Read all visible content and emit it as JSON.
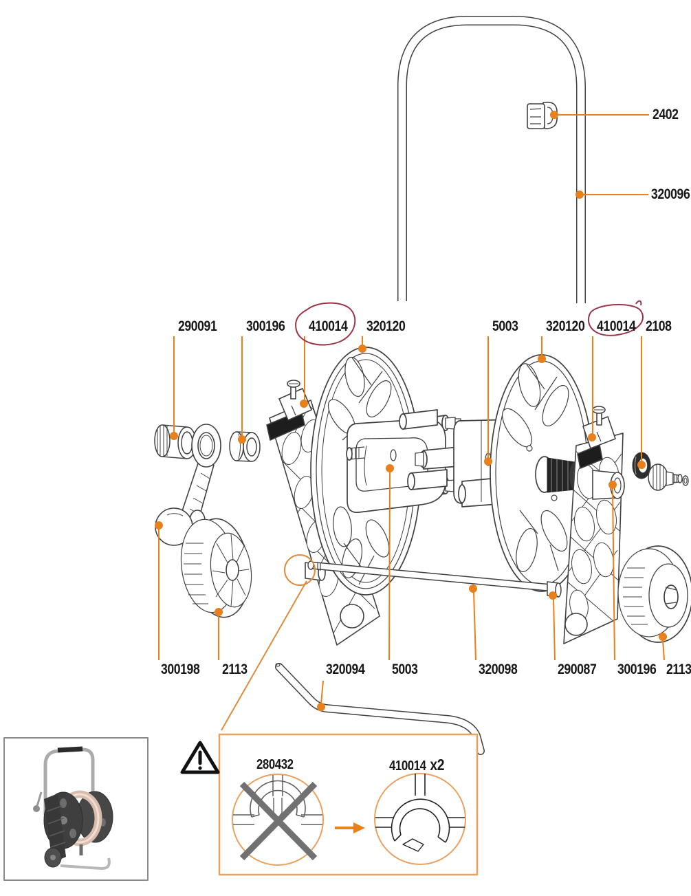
{
  "colors": {
    "callout_orange": "#E8811C",
    "detail_box_orange": "#E8A15E",
    "drawing_line": "#404040",
    "cross_out_gray": "#717171",
    "hand_circle_red": "#9A3448",
    "text_black": "#181818"
  },
  "parts": [
    {
      "id": "2402",
      "text": "2402",
      "circled": false
    },
    {
      "id": "320096",
      "text": "320096",
      "circled": false
    },
    {
      "id": "290091",
      "text": "290091",
      "circled": false
    },
    {
      "id": "300196-left",
      "text": "300196",
      "circled": false
    },
    {
      "id": "410014-left",
      "text": "410014",
      "circled": true
    },
    {
      "id": "320120-left",
      "text": "320120",
      "circled": false
    },
    {
      "id": "5003-top",
      "text": "5003",
      "circled": false
    },
    {
      "id": "320120-right",
      "text": "320120",
      "circled": false
    },
    {
      "id": "410014-right",
      "text": "410014",
      "circled": true
    },
    {
      "id": "2108",
      "text": "2108",
      "circled": false
    },
    {
      "id": "300198",
      "text": "300198",
      "circled": false
    },
    {
      "id": "2113-left",
      "text": "2113",
      "circled": false
    },
    {
      "id": "320094",
      "text": "320094",
      "circled": false
    },
    {
      "id": "5003-bottom",
      "text": "5003",
      "circled": false
    },
    {
      "id": "320098",
      "text": "320098",
      "circled": false
    },
    {
      "id": "290087",
      "text": "290087",
      "circled": false
    },
    {
      "id": "300196-right",
      "text": "300196",
      "circled": false
    },
    {
      "id": "2113-right",
      "text": "2113",
      "circled": false
    }
  ],
  "detail_box": {
    "wrong_part": "280432",
    "correct_part": "410014",
    "quantity_label": "x2"
  },
  "icons": {
    "warning_triangle": "exclamation-in-triangle",
    "arrow_right": "orange right arrow",
    "cross_out": "gray X over wrong part"
  }
}
